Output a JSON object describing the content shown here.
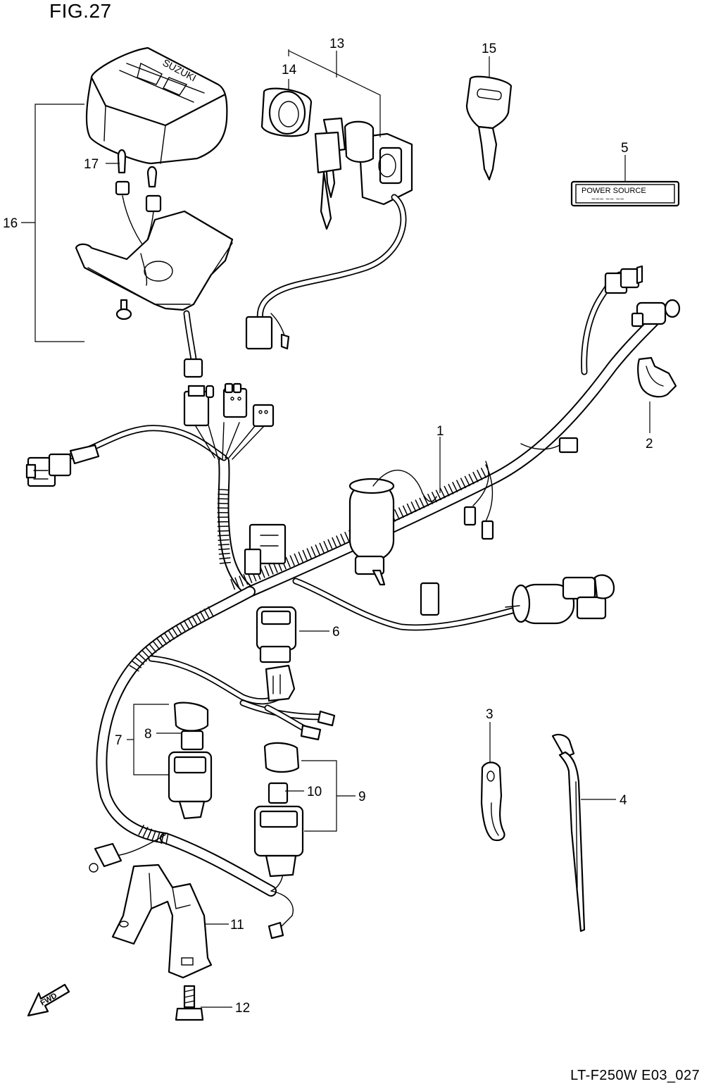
{
  "figure": {
    "title": "FIG.27",
    "code": "LT-F250W E03_027"
  },
  "callouts": [
    "1",
    "2",
    "3",
    "4",
    "5",
    "6",
    "7",
    "8",
    "9",
    "10",
    "11",
    "12",
    "13",
    "14",
    "15",
    "16",
    "17"
  ],
  "label_plate": {
    "line1": "POWER SOURCE",
    "line2": "~~~ ~~ ~~"
  },
  "direction_arrow": "FWD",
  "icon_names": [
    "fwd-arrow-icon"
  ]
}
